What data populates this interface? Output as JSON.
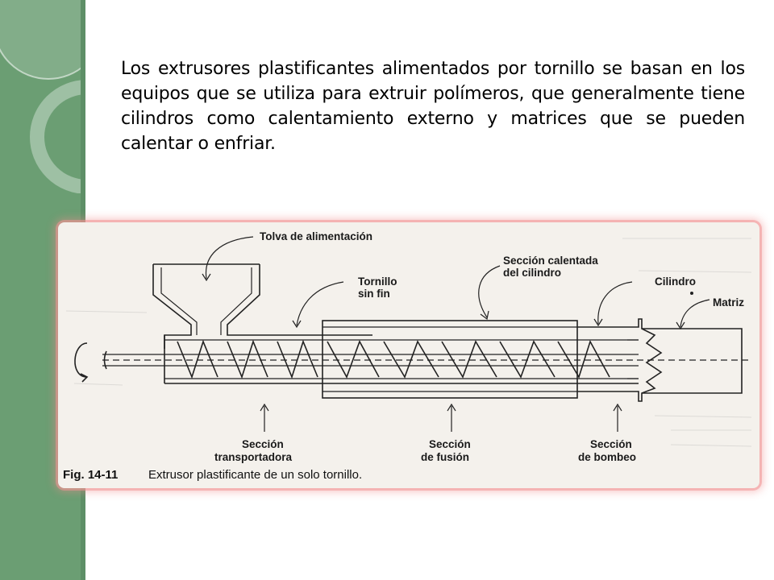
{
  "paragraph": "Los extrusores plastificantes alimentados por tornillo se basan en los equipos que se utiliza para extruir polímeros, que generalmente tiene cilindros como calentamiento externo y matrices que se pueden calentar o enfriar.",
  "figure": {
    "labels": {
      "tolva": "Tolva de alimentación",
      "seccion_calentada_1": "Sección calentada",
      "seccion_calentada_2": "del cilindro",
      "tornillo_1": "Tornillo",
      "tornillo_2": "sin fin",
      "cilindro": "Cilindro",
      "matriz": "Matriz",
      "transp_1": "Sección",
      "transp_2": "transportadora",
      "fusion_1": "Sección",
      "fusion_2": "de fusión",
      "bombeo_1": "Sección",
      "bombeo_2": "de bombeo"
    },
    "caption_number": "Fig. 14-11",
    "caption_text": "Extrusor plastificante de un solo tornillo."
  },
  "colors": {
    "sidebar": "#6b9e73",
    "frame_glow": "#f09696"
  }
}
